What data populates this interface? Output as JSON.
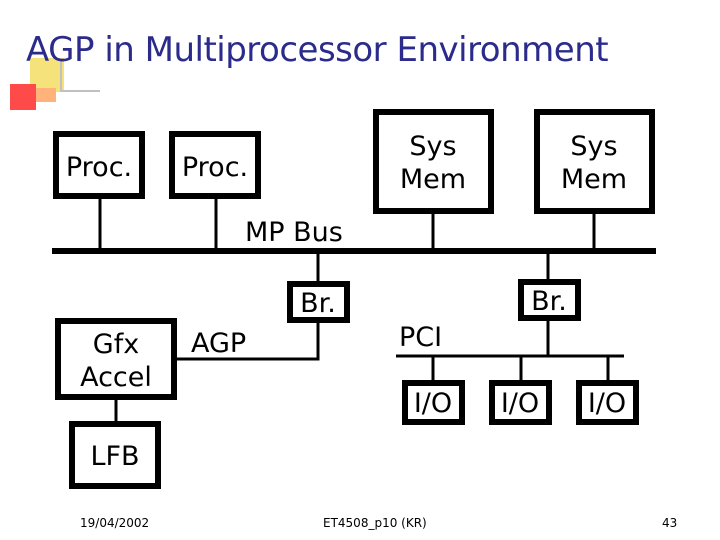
{
  "slide": {
    "title": "AGP in Multiprocessor Environment",
    "accent_colors": {
      "title": "#2b2b8c",
      "square_yellow": "#f5e27a",
      "square_red": "#ff4a4a"
    }
  },
  "diagram": {
    "proc_1": "Proc.",
    "proc_2": "Proc.",
    "sysmem_1": [
      "Sys",
      "Mem"
    ],
    "sysmem_2": [
      "Sys",
      "Mem"
    ],
    "mp_bus": "MP Bus",
    "bridge_1": "Br.",
    "bridge_2": "Br.",
    "agp": "AGP",
    "pci": "PCI",
    "gfx_accel": [
      "Gfx",
      "Accel"
    ],
    "lfb": "LFB",
    "io_1": "I/O",
    "io_2": "I/O",
    "io_3": "I/O"
  },
  "footer": {
    "date": "19/04/2002",
    "course": "ET4508_p10 (KR)",
    "page": "43"
  }
}
